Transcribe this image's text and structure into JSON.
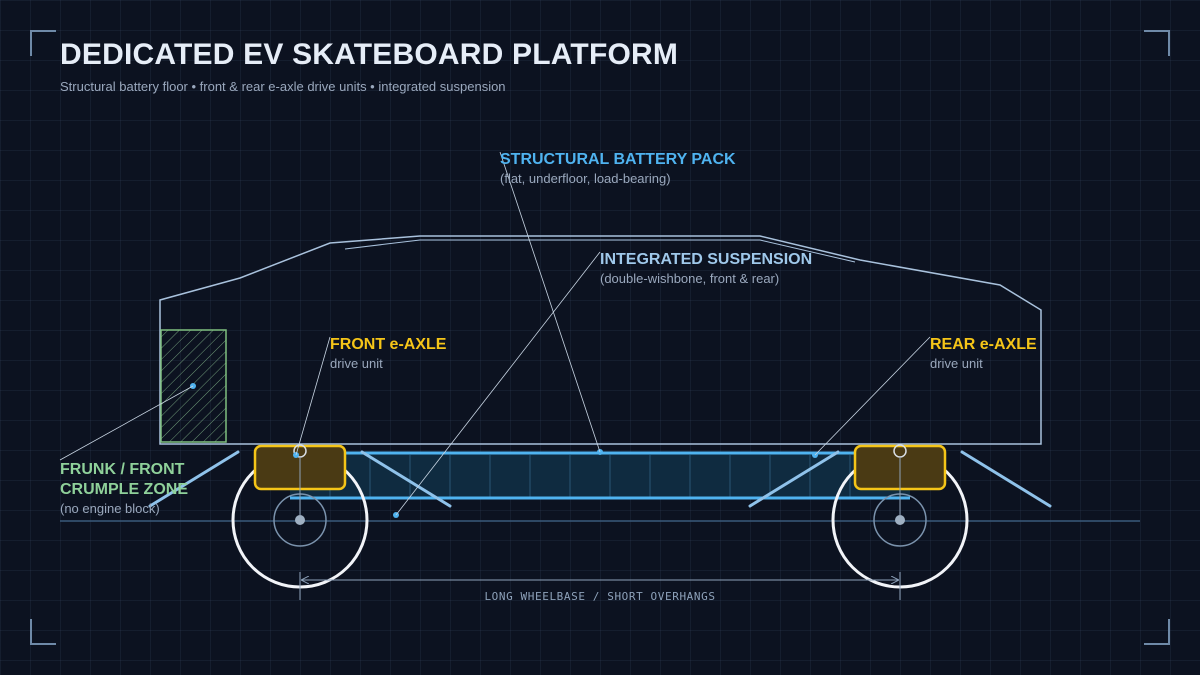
{
  "header": {
    "title": "DEDICATED EV SKATEBOARD PLATFORM",
    "subtitle": "Structural battery floor • front & rear e-axle drive units • integrated suspension"
  },
  "callouts": {
    "battery": {
      "title": "STRUCTURAL BATTERY PACK",
      "note": "(flat, underfloor, load-bearing)",
      "color": "#4fb3f0"
    },
    "suspension": {
      "title": "INTEGRATED SUSPENSION",
      "note": "(double-wishbone, front & rear)",
      "color": "#9fc8ea"
    },
    "front_axle": {
      "title": "FRONT e-AXLE",
      "note": "drive unit",
      "color": "#f5c518"
    },
    "rear_axle": {
      "title": "REAR e-AXLE",
      "note": "drive unit",
      "color": "#f5c518"
    },
    "frunk": {
      "title": "FRUNK / FRONT CRUMPLE ZONE",
      "note": "(no engine block)",
      "color": "#8fd19a"
    }
  },
  "dimension": {
    "label": "LONG WHEELBASE / SHORT OVERHANGS"
  },
  "colors": {
    "background": "#0c1220",
    "body_outline": "#a9c2dd",
    "battery": "#4fb3f0",
    "axle_unit": "#f5c518",
    "wheel": "#f2f4f8",
    "frunk": "#7fbf7f",
    "leader_line": "#c9d6e4"
  }
}
